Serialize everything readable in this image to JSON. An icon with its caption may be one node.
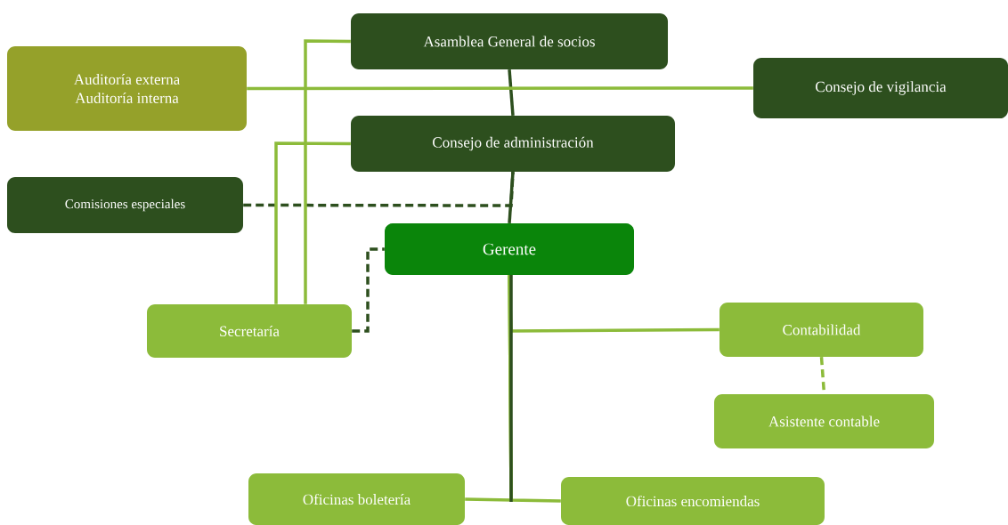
{
  "diagram": {
    "nodes": [
      {
        "text": [
          "Asamblea General de socios"
        ]
      },
      {
        "text": [
          "Auditoría externa",
          "Auditoría interna"
        ]
      },
      {
        "text": [
          "Consejo de vigilancia"
        ]
      },
      {
        "text": [
          "Consejo de administración"
        ]
      },
      {
        "text": [
          "Comisiones especiales"
        ]
      },
      {
        "text": [
          "Gerente"
        ]
      },
      {
        "text": [
          "Secretaría"
        ]
      },
      {
        "text": [
          "Contabilidad"
        ]
      },
      {
        "text": [
          "Asistente contable"
        ]
      },
      {
        "text": [
          "Oficinas boletería"
        ]
      },
      {
        "text": [
          "Oficinas encomiendas"
        ]
      }
    ],
    "edges": [
      {
        "from": 0,
        "to": 3,
        "arrow": "none",
        "color": "#2d4f1e"
      },
      {
        "from": 1,
        "to": 2,
        "arrow": "none"
      },
      {
        "from": 3,
        "to": 5,
        "arrow": "none",
        "color": "#2d4f1e"
      },
      {
        "from": 4,
        "to": 3,
        "arrow": "none",
        "style": "dashed",
        "color": "#2d4f1e"
      },
      {
        "from": 6,
        "to": 0,
        "arrow": "none"
      },
      {
        "from": 6,
        "to": 3,
        "arrow": "none"
      },
      {
        "from": 6,
        "to": 5,
        "arrow": "none",
        "style": "dashed",
        "color": "#2d4f1e"
      },
      {
        "from": 5,
        "to": 7,
        "arrow": "none"
      },
      {
        "from": 7,
        "to": 8,
        "arrow": "none",
        "style": "dashed"
      },
      {
        "from": 5,
        "to": 9,
        "arrow": "none"
      },
      {
        "from": 5,
        "to": 10,
        "arrow": "none"
      }
    ]
  }
}
